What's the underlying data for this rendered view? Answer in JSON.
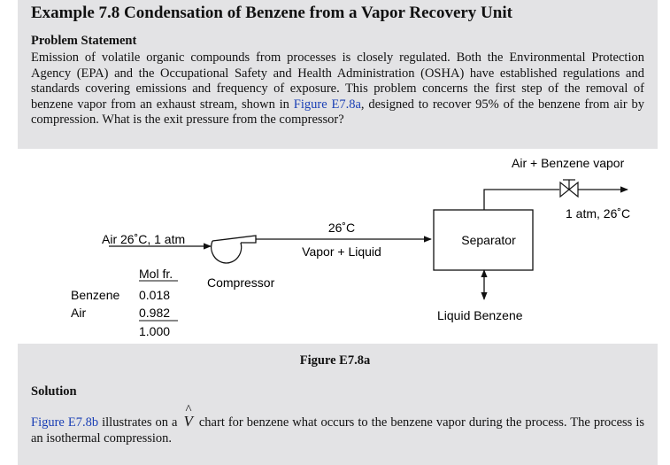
{
  "example": {
    "title": "Example 7.8 Condensation of Benzene from a Vapor Recovery Unit"
  },
  "problem": {
    "heading": "Problem Statement",
    "text_before_link": "Emission of volatile organic compounds from processes is closely regulated. Both the Environmental Protection Agency (EPA) and the Occupational Safety and Health Administration (OSHA) have established regulations and standards covering emissions and frequency of exposure. This problem concerns the first step of the removal of benzene vapor from an exhaust stream, shown in ",
    "link": "Figure E7.8a",
    "text_after_link": ", designed to recover 95% of the benzene from air by compression. What is the exit pressure from the compressor?"
  },
  "figure": {
    "caption": "Figure E7.8a",
    "labels": {
      "feed_conditions": "Air 26˚C, 1 atm",
      "compressor": "Compressor",
      "mid_temp": "26˚C",
      "mid_phase": "Vapor + Liquid",
      "separator": "Separator",
      "top_stream": "Air + Benzene vapor",
      "top_conditions": "1 atm, 26˚C",
      "liquid": "Liquid Benzene"
    },
    "composition": {
      "header": "Mol fr.",
      "rows": [
        {
          "component": "Benzene",
          "value": "0.018"
        },
        {
          "component": "Air",
          "value": "0.982"
        }
      ],
      "total": "1.000"
    }
  },
  "solution": {
    "heading": "Solution",
    "link": "Figure E7.8b",
    "text_middle": " illustrates on a ",
    "symbol": "V",
    "hat": "^",
    "text_after": " chart for benzene what occurs to the benzene vapor during the process. The process is an isothermal compression."
  }
}
